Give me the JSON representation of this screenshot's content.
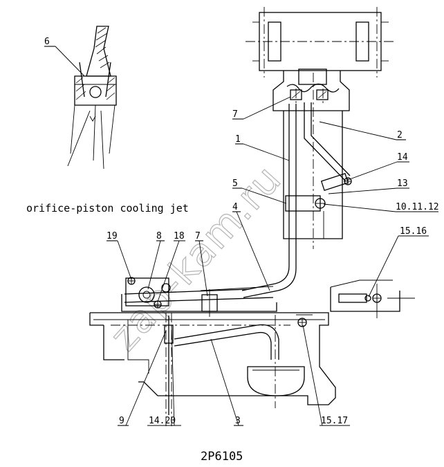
{
  "caption": "orifice-piston cooling jet",
  "drawing_code": "2P6105",
  "watermark": "zap-kam.ru",
  "callouts": {
    "c6": "6",
    "c7_top": "7",
    "c1": "1",
    "c2": "2",
    "c14_top": "14",
    "c13": "13",
    "c5": "5",
    "c4": "4",
    "c10_11_12": "10.11.12",
    "c15_16": "15.16",
    "c19": "19",
    "c8": "8",
    "c18": "18",
    "c7_mid": "7",
    "c9": "9",
    "c14_20": "14.20",
    "c3": "3",
    "c15_17": "15.17"
  }
}
